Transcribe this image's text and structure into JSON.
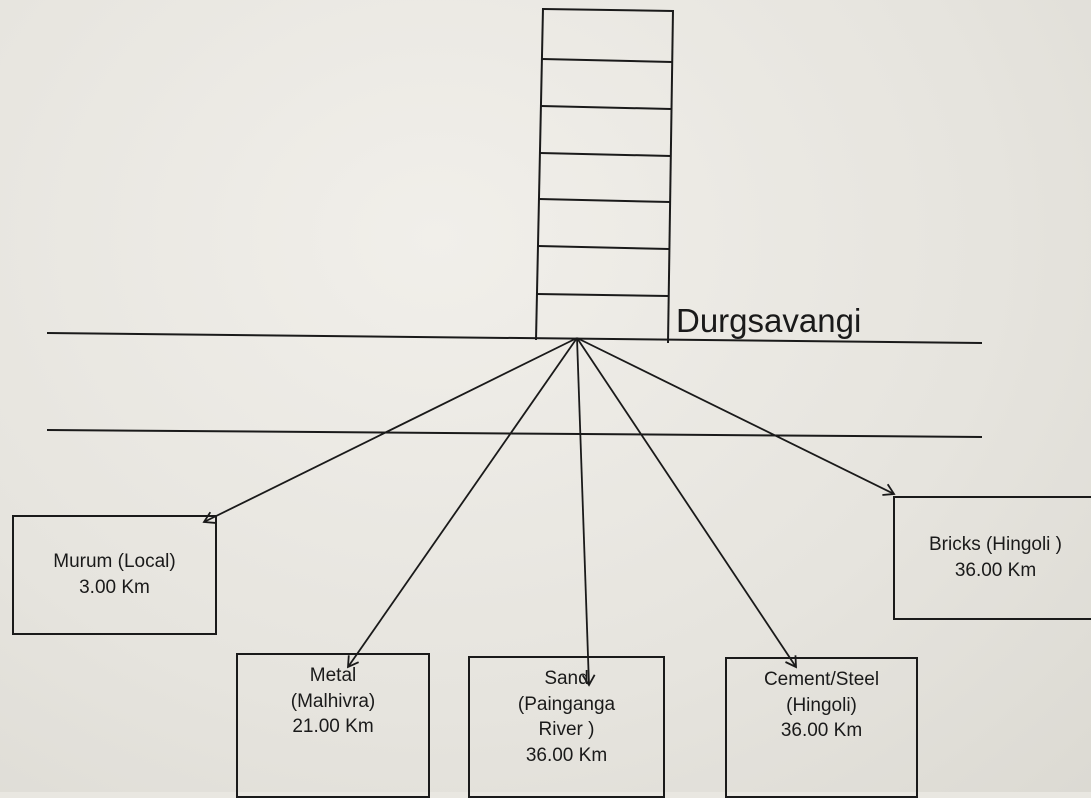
{
  "village": "Durgsavangi",
  "destinations": [
    {
      "id": "murum",
      "lines": [
        "Murum (Local)",
        "3.00 Km"
      ]
    },
    {
      "id": "metal",
      "lines": [
        "Metal",
        "(Malhivra)",
        "21.00 Km"
      ]
    },
    {
      "id": "sand",
      "lines": [
        "Sand",
        "(Painganga",
        "River )",
        "36.00 Km"
      ]
    },
    {
      "id": "cement",
      "lines": [
        "Cement/Steel",
        "(Hingoli)",
        "36.00  Km"
      ]
    },
    {
      "id": "bricks",
      "lines": [
        "Bricks  (Hingoli )",
        "36.00 Km"
      ]
    }
  ]
}
